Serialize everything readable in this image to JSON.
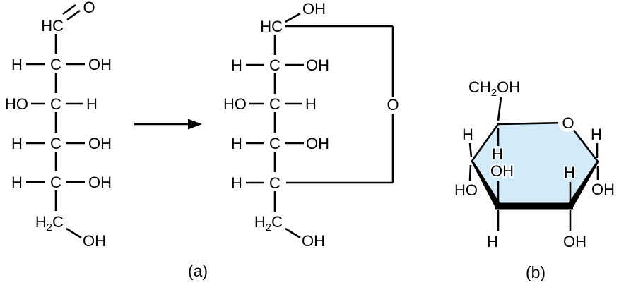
{
  "labels": {
    "a": "(a)",
    "b": "(b)"
  },
  "colors": {
    "ring_fill": "#d3ebf9",
    "line": "#000000"
  },
  "open_chain": {
    "c1": {
      "text": "HC",
      "o": "O"
    },
    "c2": {
      "left": "H",
      "center": "C",
      "right": "OH"
    },
    "c3": {
      "left": "HO",
      "center": "C",
      "right": "H"
    },
    "c4": {
      "left": "H",
      "center": "C",
      "right": "OH"
    },
    "c5": {
      "left": "H",
      "center": "C",
      "right": "OH"
    },
    "c6": {
      "h": "H",
      "sub": "2",
      "c": "C",
      "oh": "OH"
    }
  },
  "cyclic_chain": {
    "c1": {
      "text": "HC",
      "oh": "OH"
    },
    "bridge_o": "O",
    "c2": {
      "left": "H",
      "center": "C",
      "right": "OH"
    },
    "c3": {
      "left": "HO",
      "center": "C",
      "right": "H"
    },
    "c4": {
      "left": "H",
      "center": "C",
      "right": "OH"
    },
    "c5": {
      "left": "H",
      "center": "C"
    },
    "c6": {
      "h": "H",
      "sub": "2",
      "c": "C",
      "oh": "OH"
    }
  },
  "ring": {
    "ch2oh": {
      "pre": "CH",
      "sub": "2",
      "post": "OH"
    },
    "o": "O",
    "inner_top_h": "H",
    "inner_oh": "OH",
    "inner_right_h": "H",
    "left_top_h": "H",
    "left_bottom_ho": "HO",
    "right_top_h": "H",
    "right_bottom_oh": "OH",
    "bottom_left_h": "H",
    "bottom_right_oh": "OH"
  }
}
